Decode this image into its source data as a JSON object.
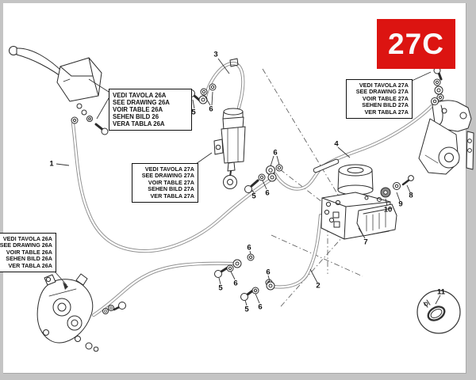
{
  "plate": {
    "badge_label": "27C",
    "badge_color": "#dc1411",
    "background_color": "#c4c4c4",
    "paper_color": "#ffffff",
    "line_color": "#2b2b2b",
    "hose_color": "#8f8f8f"
  },
  "ref_boxes": {
    "front_master_cylinder": {
      "lines": [
        "VEDI TAVOLA 26A",
        "SEE DRAWING 26A",
        "VOIR TABLE 26A",
        "SEHEN BILD 26",
        "VERA TABLA 26A"
      ]
    },
    "rear_master_cylinder": {
      "lines": [
        "VEDI TAVOLA 27A",
        "SEE DRAWING 27A",
        "VOIR TABLE 27A",
        "SEHEN BILD 27A",
        "VER TABLA 27A"
      ]
    },
    "rear_caliper": {
      "lines": [
        "VEDI TAVOLA 27A",
        "SEE DRAWING 27A",
        "VOIR TABLE 27A",
        "SEHEN BILD 27A",
        "VER TABLA 27A"
      ]
    },
    "front_caliper": {
      "lines": [
        "VEDI TAVOLA 26A",
        "SEE DRAWING 26A",
        "VOIR TABLE 26A",
        "SEHEN BILD 26A",
        "VER TABLA 26A"
      ]
    }
  },
  "callouts": [
    {
      "label": "1"
    },
    {
      "label": "2"
    },
    {
      "label": "3"
    },
    {
      "label": "4"
    },
    {
      "label": "5"
    },
    {
      "label": "6"
    },
    {
      "label": "5"
    },
    {
      "label": "6"
    },
    {
      "label": "6"
    },
    {
      "label": "6"
    },
    {
      "label": "5"
    },
    {
      "label": "6"
    },
    {
      "label": "6"
    },
    {
      "label": "5"
    },
    {
      "label": "6"
    },
    {
      "label": "7"
    },
    {
      "label": "8"
    },
    {
      "label": "9"
    },
    {
      "label": "10"
    },
    {
      "label": "11"
    }
  ]
}
